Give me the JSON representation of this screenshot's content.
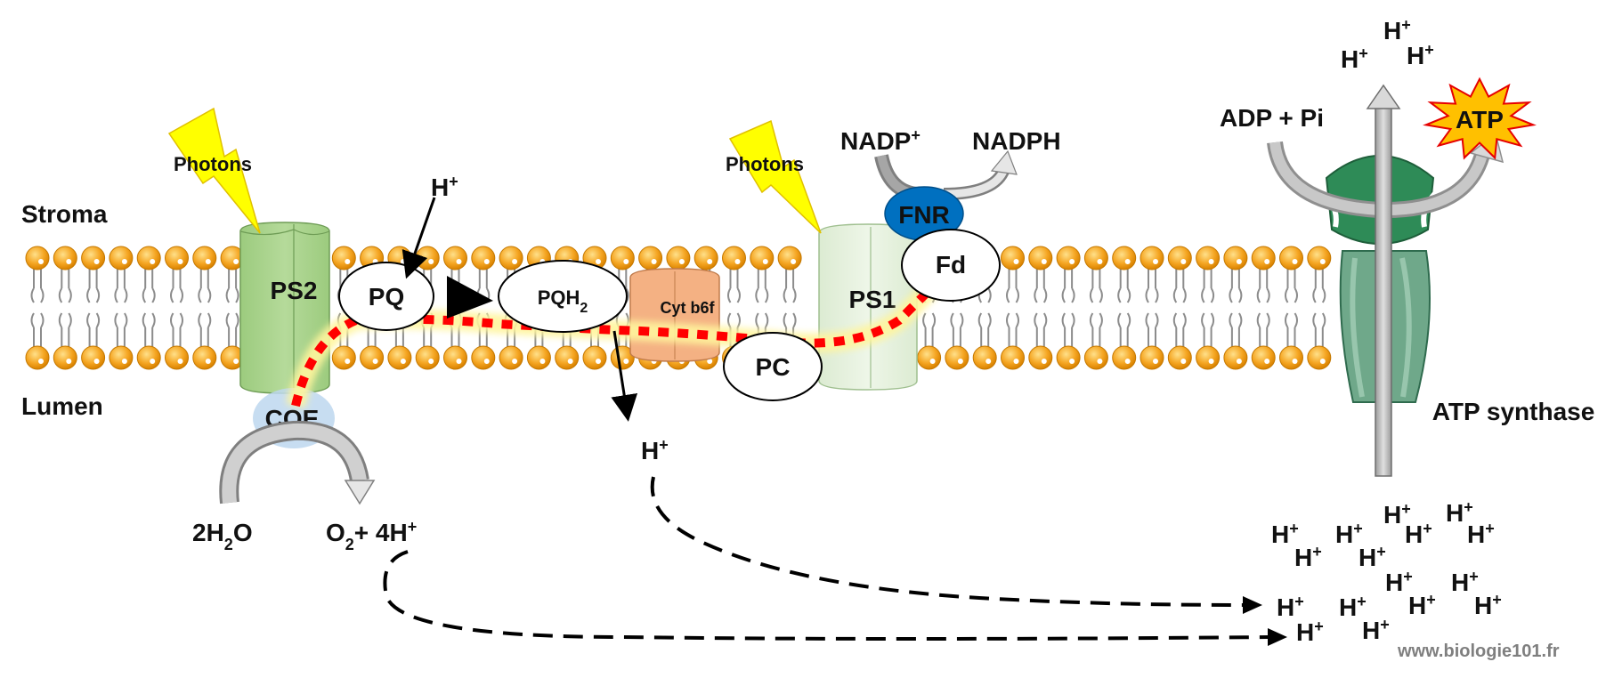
{
  "regions": {
    "stroma": "Stroma",
    "lumen": "Lumen"
  },
  "complexes": {
    "ps2": "PS2",
    "ps1": "PS1",
    "cytb6f": "Cyt b6f",
    "coe": "COE",
    "fnr": "FNR",
    "atp_synthase": "ATP synthase"
  },
  "carriers": {
    "pq": "PQ",
    "pqh2_base": "PQH",
    "pqh2_sub": "2",
    "pc": "PC",
    "fd": "Fd"
  },
  "light": {
    "photons_1": "Photons",
    "photons_2": "Photons"
  },
  "reactions": {
    "water_pre": "2H",
    "water_sub": "2",
    "water_post": "O",
    "oxygen_base": "O",
    "oxygen_sub": "2",
    "oxygen_rest": "+ 4H",
    "oxygen_sup": "+",
    "nadp_base": "NADP",
    "nadp_sup": "+",
    "nadph": "NADPH",
    "adp_pi": "ADP + Pi",
    "atp": "ATP"
  },
  "proton": {
    "base": "H",
    "sup": "+"
  },
  "watermark": "www.biologie101.fr",
  "colors": {
    "lipid_head": "#F39C12",
    "ps2": "#A9D18E",
    "ps1": "#E2F0D9",
    "cytb6f": "#F4B183",
    "coe": "#BDD7EE",
    "fnr": "#0070C0",
    "atp_synthase": "#2E8B57",
    "electron_path": "#FF0000",
    "photon": "#FFFF00"
  }
}
